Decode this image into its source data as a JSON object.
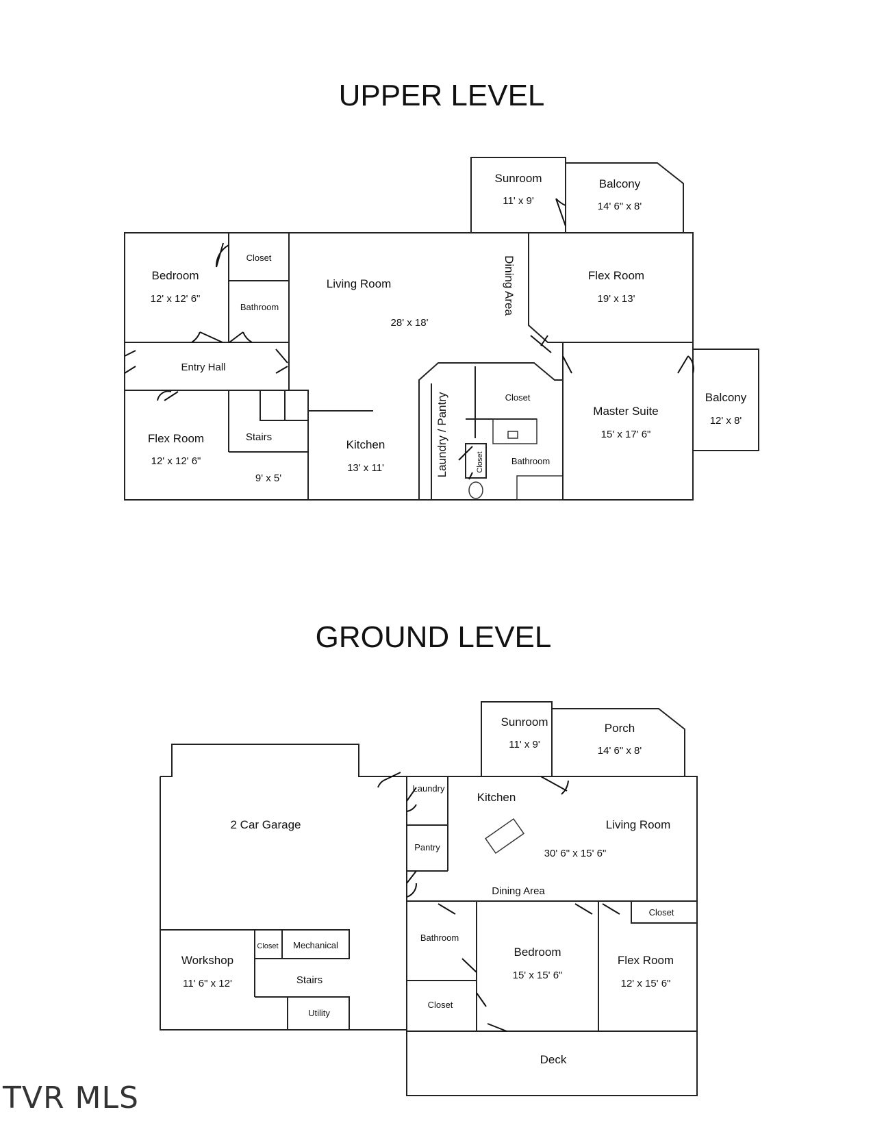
{
  "upper": {
    "title": "UPPER LEVEL",
    "rooms": {
      "sunroom": "Sunroom",
      "sunroom_dim": "11' x 9'",
      "balcony1": "Balcony",
      "balcony1_dim": "14' 6\" x 8'",
      "bedroom": "Bedroom",
      "bedroom_dim": "12' x 12' 6\"",
      "closet1": "Closet",
      "bathroom1": "Bathroom",
      "living": "Living Room",
      "living_dim": "28' x 18'",
      "dining": "Dining Area",
      "flex1": "Flex Room",
      "flex1_dim": "19' x 13'",
      "entry": "Entry Hall",
      "flex2": "Flex Room",
      "flex2_dim": "12' x 12' 6\"",
      "stairs": "Stairs",
      "stairs_dim": "9' x 5'",
      "kitchen": "Kitchen",
      "kitchen_dim": "13' x 11'",
      "laundry": "Laundry / Pantry",
      "closet2": "Closet",
      "closet3": "Closet",
      "bathroom2": "Bathroom",
      "master": "Master Suite",
      "master_dim": "15' x 17' 6\"",
      "balcony2": "Balcony",
      "balcony2_dim": "12' x 8'"
    }
  },
  "ground": {
    "title": "GROUND LEVEL",
    "rooms": {
      "sunroom": "Sunroom",
      "sunroom_dim": "11' x 9'",
      "porch": "Porch",
      "porch_dim": "14' 6\" x 8'",
      "garage": "2 Car Garage",
      "laundry": "Laundry",
      "pantry": "Pantry",
      "kitchen": "Kitchen",
      "living": "Living Room",
      "living_dim": "30' 6\" x 15' 6\"",
      "dining": "Dining Area",
      "closet1": "Closet",
      "workshop": "Workshop",
      "workshop_dim": "11' 6\" x 12'",
      "closet2": "Closet",
      "mechanical": "Mechanical",
      "stairs": "Stairs",
      "utility": "Utility",
      "bathroom": "Bathroom",
      "closet3": "Closet",
      "bedroom": "Bedroom",
      "bedroom_dim": "15' x 15' 6\"",
      "flex": "Flex Room",
      "flex_dim": "12' x 15' 6\"",
      "deck": "Deck"
    }
  },
  "watermark": "TVR MLS"
}
